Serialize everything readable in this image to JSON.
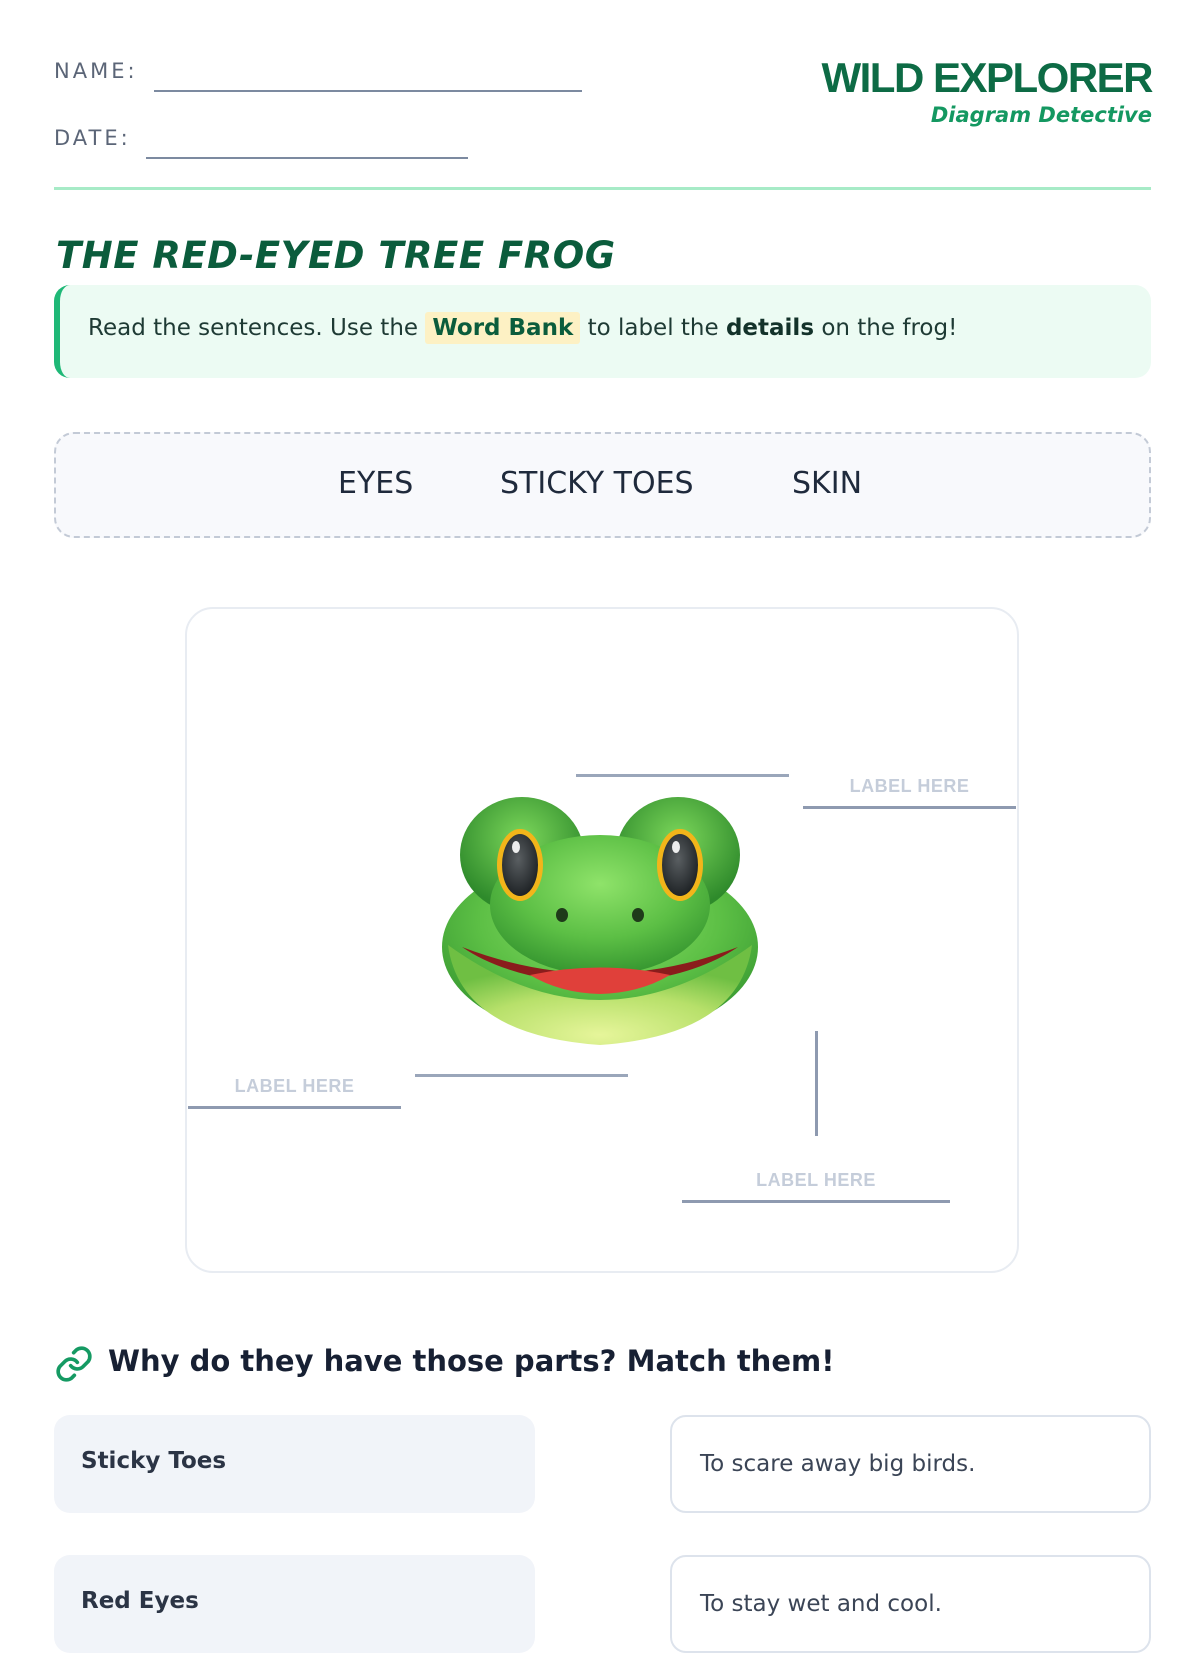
{
  "header": {
    "name_label": "NAME:",
    "date_label": "DATE:",
    "brand": "WILD EXPLORER",
    "brand_subtitle": "Diagram Detective"
  },
  "title": "THE RED-EYED TREE FROG",
  "instruction": {
    "part1": "Read the sentences. Use the",
    "highlight": "Word Bank",
    "part2": "to label the",
    "bold": "details",
    "part3": "on the frog!"
  },
  "word_bank": [
    "EYES",
    "STICKY TOES",
    "SKIN"
  ],
  "diagram": {
    "image": "frog-face-icon",
    "label_placeholder": "LABEL HERE"
  },
  "matching": {
    "heading": "Why do they have those parts? Match them!",
    "heading_icon": "link-icon",
    "left": [
      "Sticky Toes",
      "Red Eyes"
    ],
    "right": [
      "To scare away big birds.",
      "To stay wet and cool."
    ]
  },
  "colors": {
    "brand": "#0d6b45",
    "accent": "#1fb877",
    "highlight": "#fdf1c4"
  }
}
